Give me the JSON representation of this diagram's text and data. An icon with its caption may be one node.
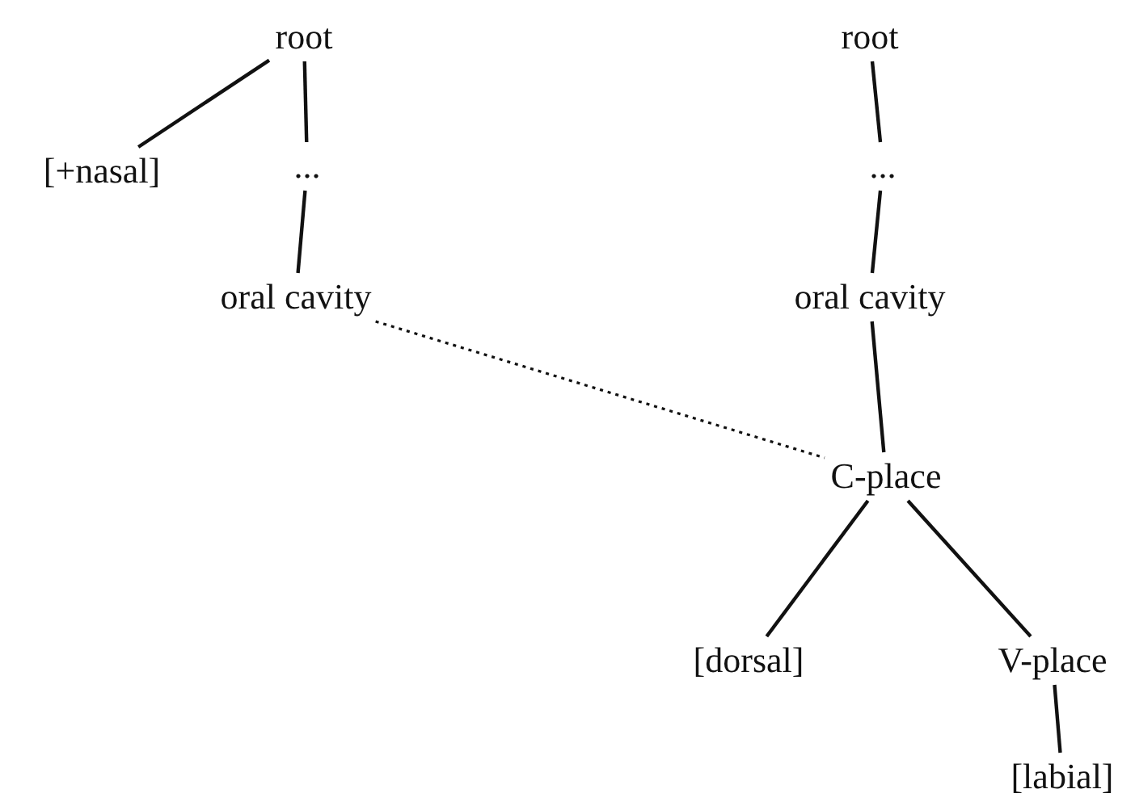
{
  "diagram": {
    "nodes": [
      {
        "text": [
          "root"
        ]
      },
      {
        "text": [
          "[+nasal]"
        ]
      },
      {
        "text": [
          "..."
        ]
      },
      {
        "text": [
          "oral cavity"
        ]
      },
      {
        "text": [
          "root"
        ]
      },
      {
        "text": [
          "..."
        ]
      },
      {
        "text": [
          "oral cavity"
        ]
      },
      {
        "text": [
          "C-place"
        ]
      },
      {
        "text": [
          "[dorsal]"
        ]
      },
      {
        "text": [
          "V-place"
        ]
      },
      {
        "text": [
          "[labial]"
        ]
      }
    ],
    "edges": [
      {
        "from": 0,
        "to": 1,
        "arrow": "none"
      },
      {
        "from": 0,
        "to": 2,
        "arrow": "none"
      },
      {
        "from": 2,
        "to": 3,
        "arrow": "none"
      },
      {
        "from": 4,
        "to": 5,
        "arrow": "none"
      },
      {
        "from": 5,
        "to": 6,
        "arrow": "none"
      },
      {
        "from": 3,
        "to": 7,
        "arrow": "none",
        "style": "dashed"
      },
      {
        "from": 6,
        "to": 7,
        "arrow": "none"
      },
      {
        "from": 7,
        "to": 8,
        "arrow": "none"
      },
      {
        "from": 7,
        "to": 9,
        "arrow": "none"
      },
      {
        "from": 9,
        "to": 10,
        "arrow": "none"
      }
    ]
  }
}
